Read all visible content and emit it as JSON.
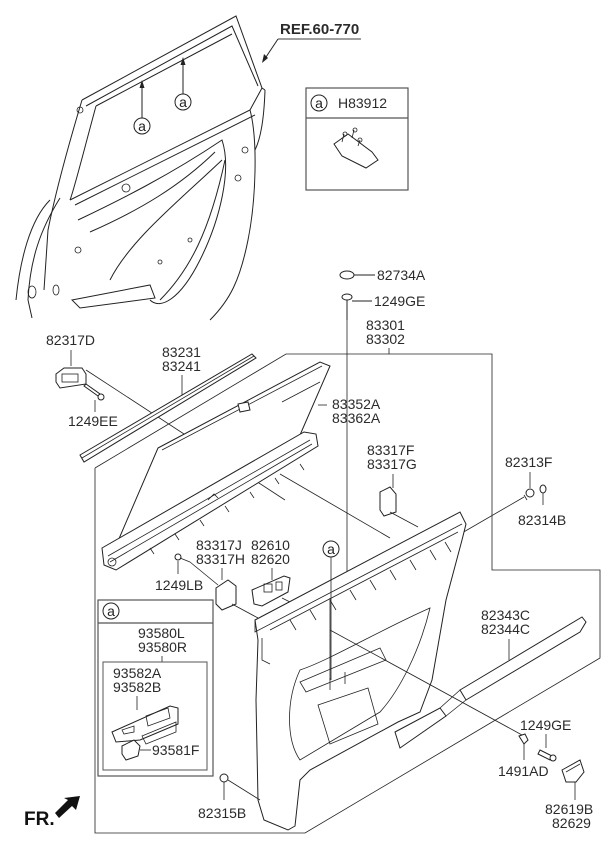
{
  "diagram": {
    "title": "Rear Door Trim Panel Assembly",
    "reference": "REF.60-770",
    "front_indicator": "FR.",
    "callout_symbol": "a",
    "callout_box": {
      "symbol": "a",
      "part_number": "H83912"
    },
    "switch_box": {
      "symbol": "a",
      "assembly": [
        "93580L",
        "93580R"
      ],
      "sub_assembly": [
        "93582A",
        "93582B"
      ],
      "switch": "93581F"
    },
    "labels": {
      "p82734A": "82734A",
      "p1249GE_top": "1249GE",
      "p83301": "83301",
      "p83302": "83302",
      "p82317D": "82317D",
      "p83231": "83231",
      "p83241": "83241",
      "p1249EE": "1249EE",
      "p83352A": "83352A",
      "p83362A": "83362A",
      "p83317F": "83317F",
      "p83317G": "83317G",
      "p82313F": "82313F",
      "p82314B": "82314B",
      "p83317J": "83317J",
      "p83317H": "83317H",
      "p82610": "82610",
      "p82620": "82620",
      "p1249LB": "1249LB",
      "p82343C": "82343C",
      "p82344C": "82344C",
      "p1249GE_bottom": "1249GE",
      "p1491AD": "1491AD",
      "p82619B": "82619B",
      "p82629": "82629",
      "p82315B": "82315B"
    }
  }
}
